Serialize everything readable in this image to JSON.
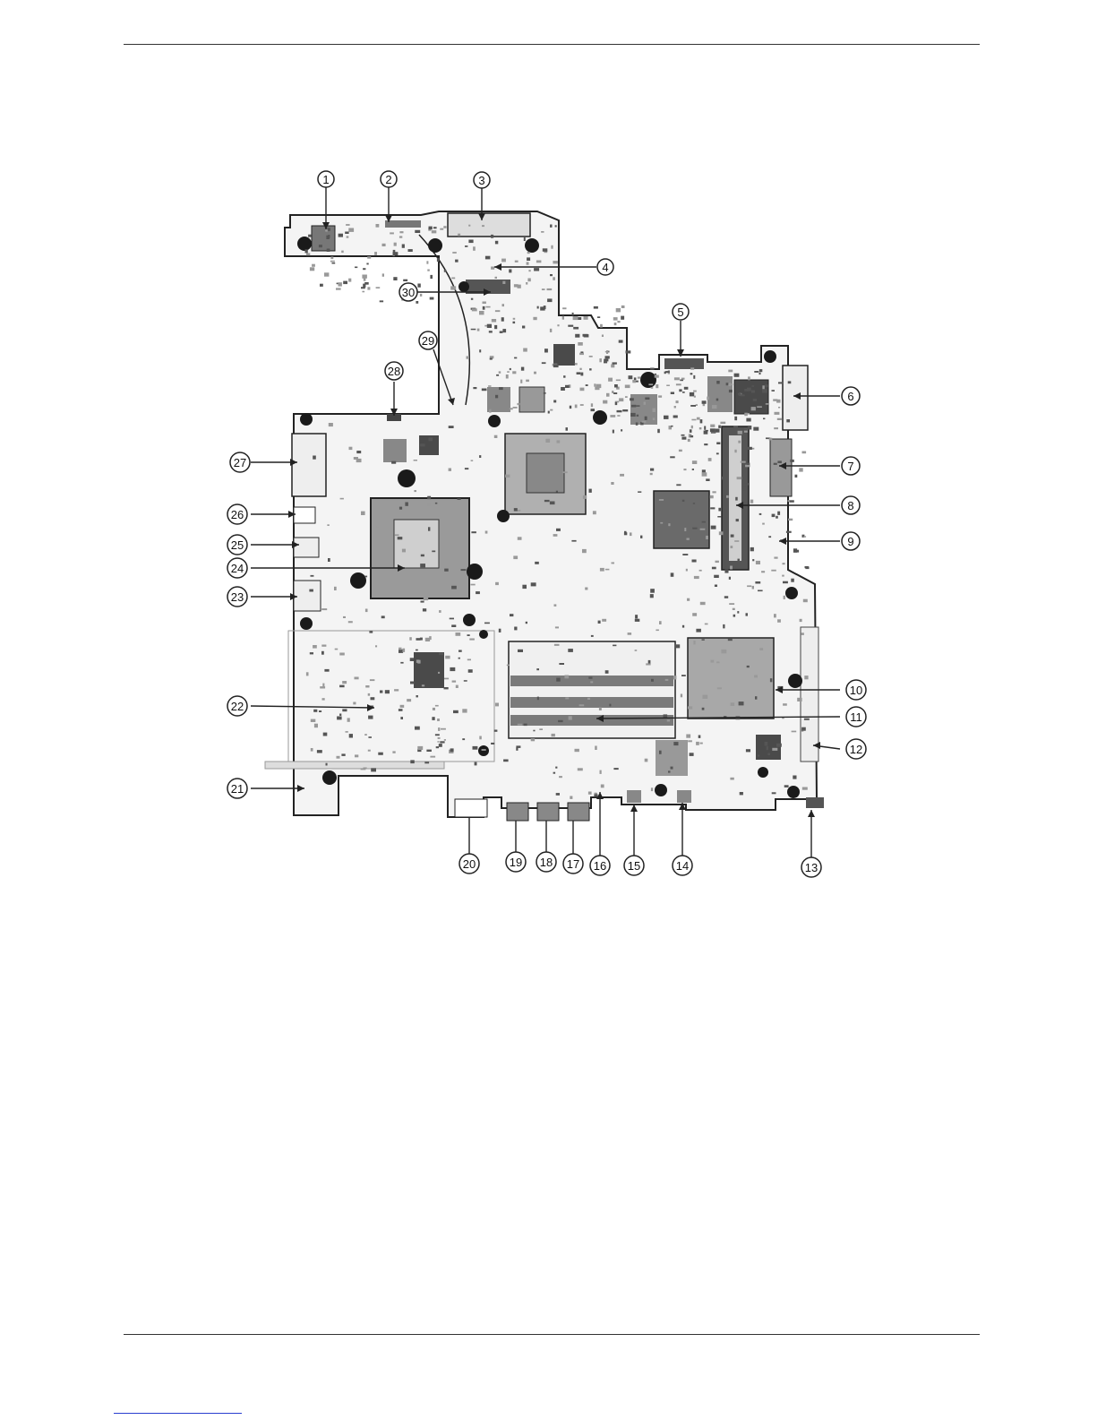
{
  "callouts": [
    "1",
    "2",
    "3",
    "4",
    "5",
    "6",
    "7",
    "8",
    "9",
    "10",
    "11",
    "12",
    "13",
    "14",
    "15",
    "16",
    "17",
    "18",
    "19",
    "20",
    "21",
    "22",
    "23",
    "24",
    "25",
    "26",
    "27",
    "28",
    "29",
    "30"
  ],
  "colors": {
    "board_fill": "#f4f4f4",
    "outline": "#222222",
    "chip": "#8a8a8a",
    "chip_dark": "#4a4a4a",
    "hole": "#1a1a1a"
  }
}
